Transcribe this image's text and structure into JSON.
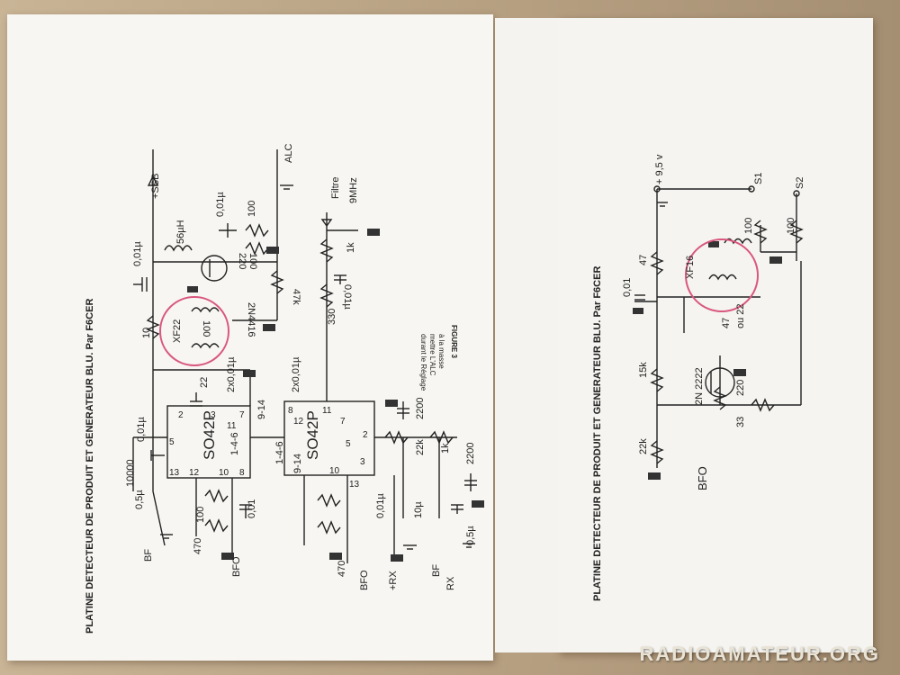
{
  "sheet_left": {
    "title": "PLATINE DETECTEUR DE PRODUIT ET GENERATEUR BLU. Par F6CER",
    "figure_label": "FIGURE 3",
    "note_lines": [
      "durant le Réglage",
      "mettre L'ALC",
      "à la masse"
    ],
    "labels": {
      "ssb": "+SSB",
      "alc": "ALC",
      "filtre": "Filtre",
      "mhz": "9MHz",
      "bf_top": "BF",
      "bf_rx": "BF",
      "rx": "RX",
      "plus_rx": "+RX",
      "bfo_a": "BFO",
      "bfo_b": "BFO",
      "ic1": "SO42P",
      "ic2": "SO42P",
      "pins1": "1-4-6",
      "pins2": "1-4-6",
      "pins914a": "9-14",
      "pins914b": "9-14",
      "xf22": "XF22",
      "tr": "2N4416",
      "r10": "10",
      "r100a": "100",
      "r100b": "100",
      "r100c": "100",
      "r220": "220",
      "r47k": "47k",
      "r1k": "1k",
      "r330": "330",
      "r470a": "470",
      "r470b": "470",
      "r2200a": "2200",
      "r2200b": "2200",
      "r22k": "22k",
      "r1kb": "1k",
      "r10000": "10000",
      "l56": "56µH",
      "c001a": "0,01µ",
      "c001b": "0,01µ",
      "c001c": "0,01µ",
      "c001d": "0,01",
      "c001e": "0,01µ",
      "c001f": "0,01µ",
      "c2x001a": "2x0,01µ",
      "c2x001b": "2x0,01µ",
      "c22": "22",
      "c05a": "0,5µ",
      "c05b": "0,5µ",
      "c10": "10µ",
      "c100": "100",
      "n2": "2",
      "n3": "3",
      "n5": "5",
      "n7": "7",
      "n8": "8",
      "n10": "10",
      "n11": "11",
      "n12": "12",
      "n13": "13",
      "n13b": "13",
      "n12b": "12",
      "n11b": "11",
      "n8b": "8",
      "n10b": "10",
      "n3b": "3",
      "n5b": "5",
      "n2b": "2",
      "n7b": "7"
    }
  },
  "sheet_right": {
    "title": "PLATINE DETECTEUR DE PRODUIT ET GENERATEUR BLU. Par F6CER",
    "labels": {
      "vcc": "+ 9,5 v",
      "s1": "S1",
      "s2": "S2",
      "r100a": "100",
      "r100b": "100",
      "xf16": "XF16",
      "r47": "47",
      "c001": "0,01",
      "c47": "47",
      "ou22": "ou 22",
      "r15k": "15k",
      "tr": "2N 2222",
      "r220": "220",
      "r33": "33",
      "r22k": "22k",
      "bfo": "BFO"
    }
  },
  "watermark": "RADIOAMATEUR.ORG"
}
